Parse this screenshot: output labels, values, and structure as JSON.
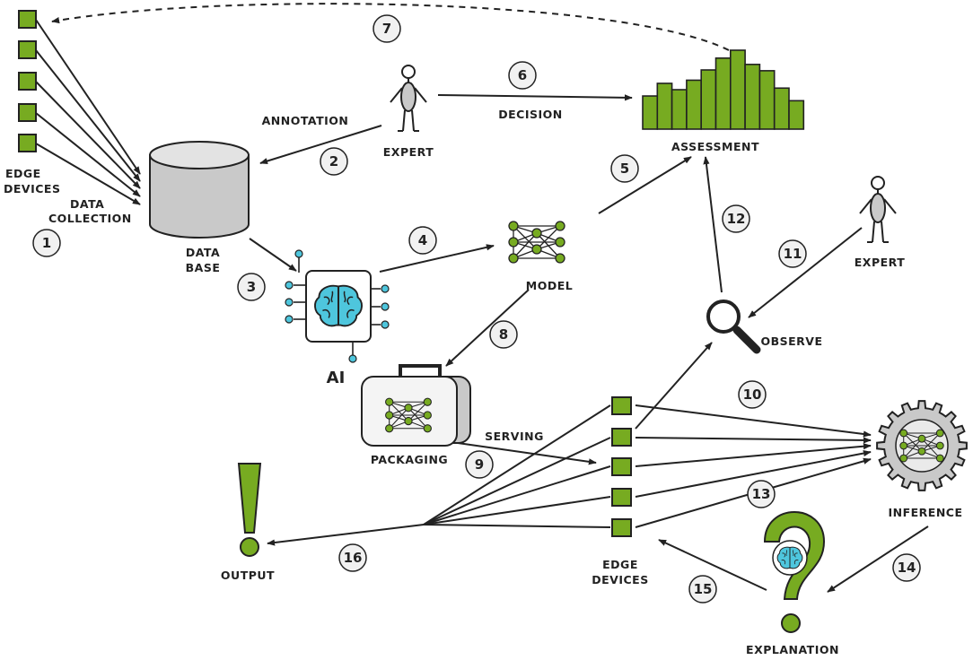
{
  "labels": {
    "edge_devices_1": [
      "EDGE",
      "DEVICES"
    ],
    "data_collection": [
      "DATA",
      "COLLECTION"
    ],
    "annotation": "ANNOTATION",
    "expert_1": "EXPERT",
    "decision": "DECISION",
    "assessment": "ASSESSMENT",
    "data_base": [
      "DATA",
      "BASE"
    ],
    "ai": "AI",
    "model": "MODEL",
    "expert_2": "EXPERT",
    "observe": "OBSERVE",
    "packaging": "PACKAGING",
    "serving": "SERVING",
    "inference": "INFERENCE",
    "output": "OUTPUT",
    "edge_devices_2": [
      "EDGE",
      "DEVICES"
    ],
    "explanation": "EXPLANATION"
  },
  "steps": [
    "1",
    "2",
    "3",
    "4",
    "5",
    "6",
    "7",
    "8",
    "9",
    "10",
    "11",
    "12",
    "13",
    "14",
    "15",
    "16"
  ],
  "assessment_bars": [
    0.42,
    0.58,
    0.5,
    0.62,
    0.75,
    0.9,
    1.0,
    0.82,
    0.74,
    0.52,
    0.36
  ],
  "colors": {
    "accent": "#77ab21",
    "brain": "#4ec6dd",
    "gray": "#c9c9c9",
    "line": "#222222"
  },
  "icons": [
    "edge-device-icon",
    "database-icon",
    "person-icon",
    "ai-chip-icon",
    "neural-network-icon",
    "magnifier-icon",
    "package-icon",
    "gear-icon",
    "exclamation-icon",
    "question-icon",
    "brain-icon",
    "bar-chart-icon"
  ]
}
